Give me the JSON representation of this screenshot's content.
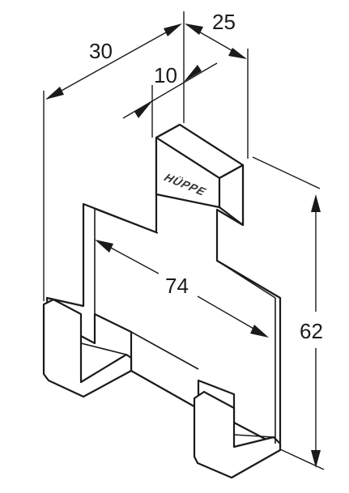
{
  "brand": {
    "logo_text": "HÜPPE"
  },
  "dimensions": {
    "width_top": "30",
    "depth": "25",
    "thickness": "10",
    "length": "74",
    "height": "62"
  }
}
